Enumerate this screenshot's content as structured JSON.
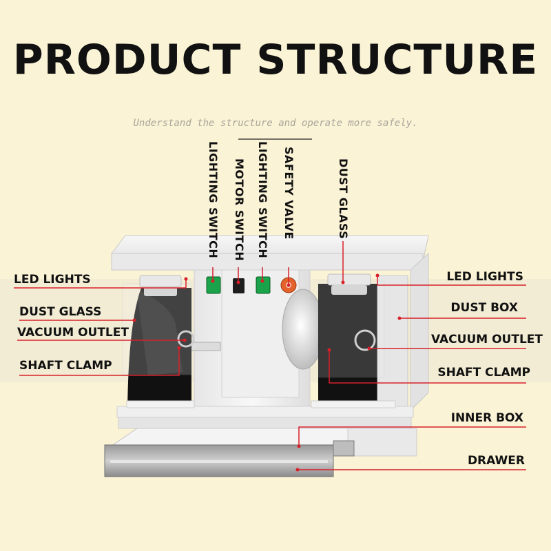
{
  "title": "PRODUCT STRUCTURE",
  "subtitle": "Understand the structure and operate more safely.",
  "top_labels": {
    "lighting_switch_1": "LIGHTING SWITCH",
    "motor_switch": "MOTOR SWITCH",
    "lighting_switch_2": "LIGHTING SWITCH",
    "safety_valve": "SAFETY VALVE",
    "dust_glass": "DUST GLASS"
  },
  "left_labels": {
    "led_lights": "LED LIGHTS",
    "dust_glass": "DUST GLASS",
    "vacuum_outlet": "VACUUM OUTLET",
    "shaft_clamp": "SHAFT CLAMP"
  },
  "right_labels": {
    "led_lights": "LED LIGHTS",
    "dust_box": "DUST BOX",
    "vacuum_outlet": "VACUUM OUTLET",
    "shaft_clamp": "SHAFT CLAMP",
    "inner_box": "INNER BOX",
    "drawer": "DRAWER"
  },
  "colors": {
    "background": "#fbf3d6",
    "leader_line": "#d8202a",
    "machine_body": "#f2f2f2",
    "chamber": "#111111",
    "switch_green": "#1aa34a",
    "valve_orange": "#e4622b"
  }
}
